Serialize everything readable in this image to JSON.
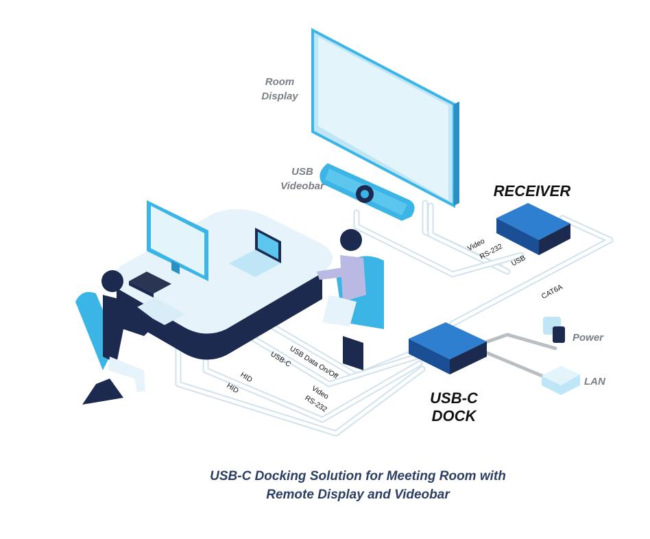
{
  "labels": {
    "room_display": [
      "Room",
      "Display"
    ],
    "usb_videobar": [
      "USB",
      "Videobar"
    ],
    "receiver": "RECEIVER",
    "usb_c_dock": [
      "USB-C",
      "DOCK"
    ],
    "power": "Power",
    "lan": "LAN"
  },
  "cables": {
    "video_rx": "Video",
    "rs232_rx": "RS-232",
    "usb_rx": "USB",
    "cat6a": "CAT6A",
    "usb_data": "USB Data On/Off",
    "usb_c": "USB-C",
    "hid_1": "HID",
    "hid_2": "HID",
    "video_dock": "Video",
    "rs232_dock": "RS-232"
  },
  "caption": [
    "USB-C Docking Solution for Meeting Room with",
    "Remote Display and Videobar"
  ],
  "colors": {
    "device_blue": "#1f5fa8",
    "screen_blue": "#d8effa",
    "frame_blue": "#3bb4e6",
    "desk_navy": "#1b2a4e",
    "cable": "#cfe2ee"
  }
}
